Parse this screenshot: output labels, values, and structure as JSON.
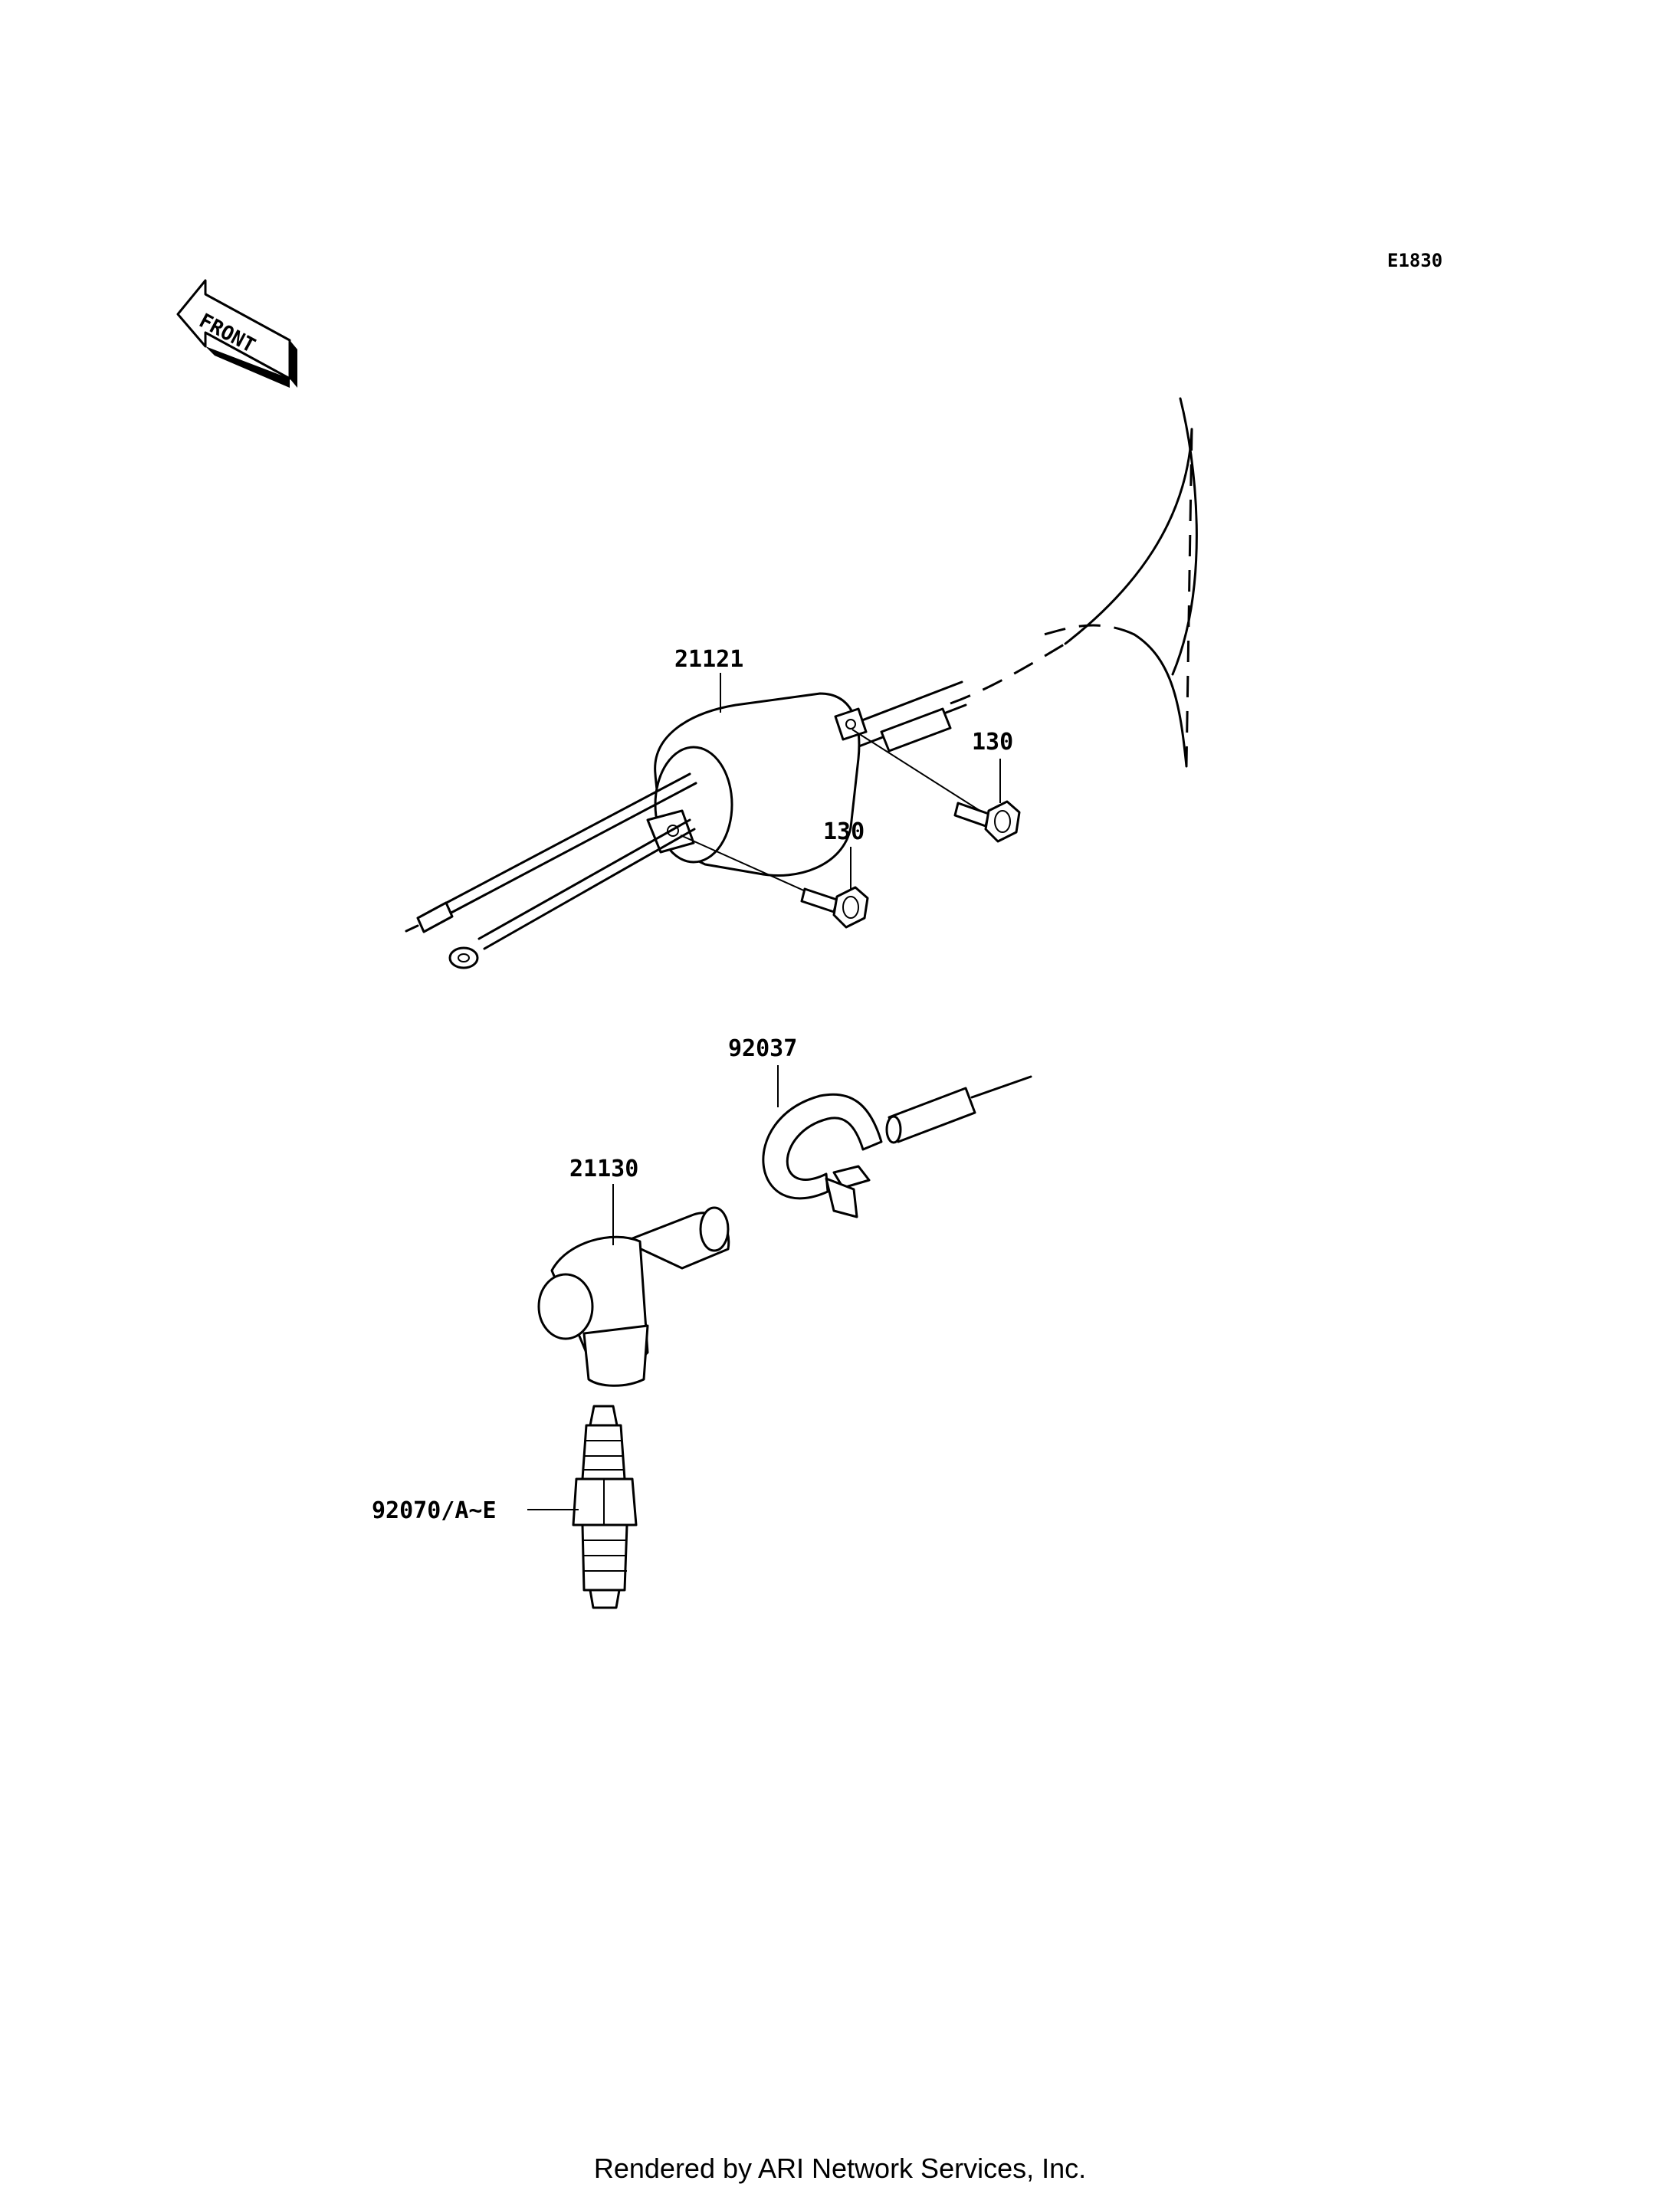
{
  "diagram_code": "E1830",
  "front_label": "FRONT",
  "parts": {
    "ignition_coil": "21121",
    "bolt_upper": "130",
    "bolt_lower": "130",
    "clamp": "92037",
    "plug_cap": "21130",
    "spark_plug": "92070/A~E"
  },
  "footer": "Rendered by ARI Network Services, Inc."
}
